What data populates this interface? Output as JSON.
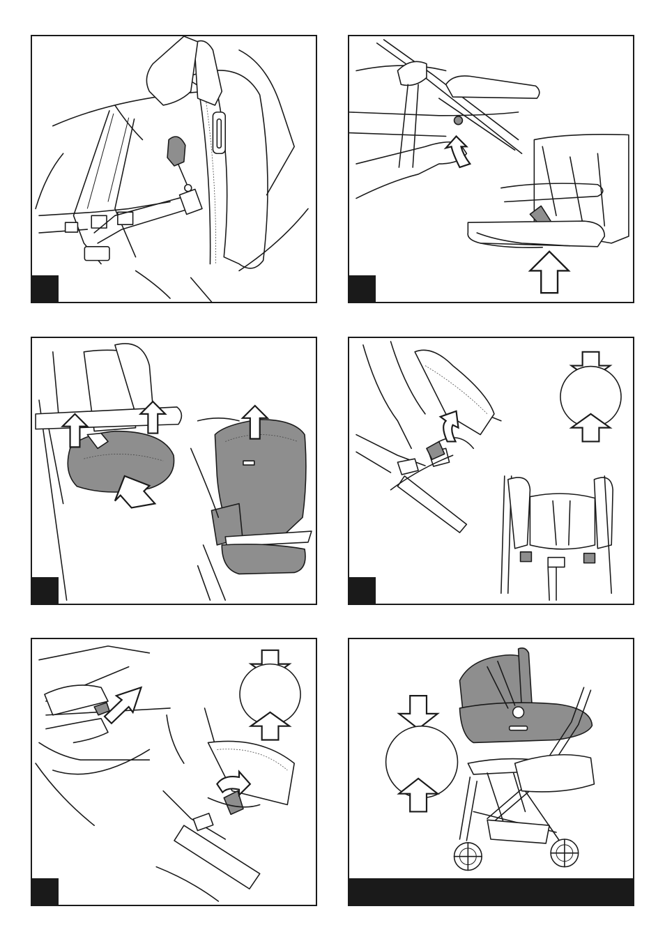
{
  "panels": [
    {
      "id": "p1",
      "step_label": ""
    },
    {
      "id": "p2",
      "step_label": ""
    },
    {
      "id": "p3",
      "step_label": ""
    },
    {
      "id": "p4",
      "step_label": ""
    },
    {
      "id": "p5",
      "step_label": ""
    },
    {
      "id": "p6",
      "step_label": ""
    }
  ],
  "colors": {
    "line": "#1a1a1a",
    "fabric_gray": "#8e8e8e",
    "background": "#ffffff"
  },
  "icons": {
    "arrow": "arrow-icon",
    "curved_arrow": "curved-arrow-icon",
    "compatibility": "compatibility-circle-icon"
  }
}
